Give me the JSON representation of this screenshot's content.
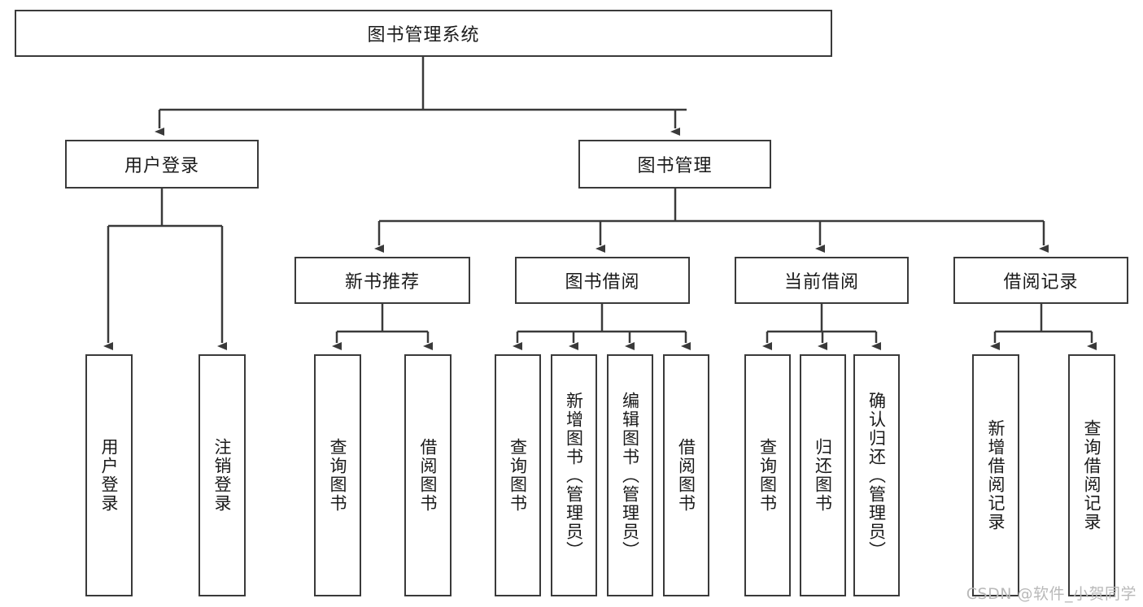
{
  "diagram": {
    "type": "tree-hierarchy",
    "title": "图书管理系统",
    "root": {
      "label": "图书管理系统"
    },
    "level2": [
      {
        "label": "用户登录"
      },
      {
        "label": "图书管理"
      }
    ],
    "level3": [
      {
        "label": "新书推荐"
      },
      {
        "label": "图书借阅"
      },
      {
        "label": "当前借阅"
      },
      {
        "label": "借阅记录"
      }
    ],
    "leaves": {
      "user_login": [
        {
          "label": "用户登录"
        },
        {
          "label": "注销登录"
        }
      ],
      "new_book_recommend": [
        {
          "label": "查询图书"
        },
        {
          "label": "借阅图书"
        }
      ],
      "book_borrow": [
        {
          "label": "查询图书"
        },
        {
          "label": "新增图书（管理员）"
        },
        {
          "label": "编辑图书（管理员）"
        },
        {
          "label": "借阅图书"
        }
      ],
      "current_borrow": [
        {
          "label": "查询图书"
        },
        {
          "label": "归还图书"
        },
        {
          "label": "确认归还（管理员）"
        }
      ],
      "borrow_records": [
        {
          "label": "新增借阅记录"
        },
        {
          "label": "查询借阅记录"
        }
      ]
    }
  },
  "watermark": {
    "text": "CSDN @软件_小贺同学"
  },
  "colors": {
    "box_border": "#3a3a3a",
    "background": "#ffffff",
    "text": "#1a1a1a",
    "watermark": "#b9b9b9"
  }
}
